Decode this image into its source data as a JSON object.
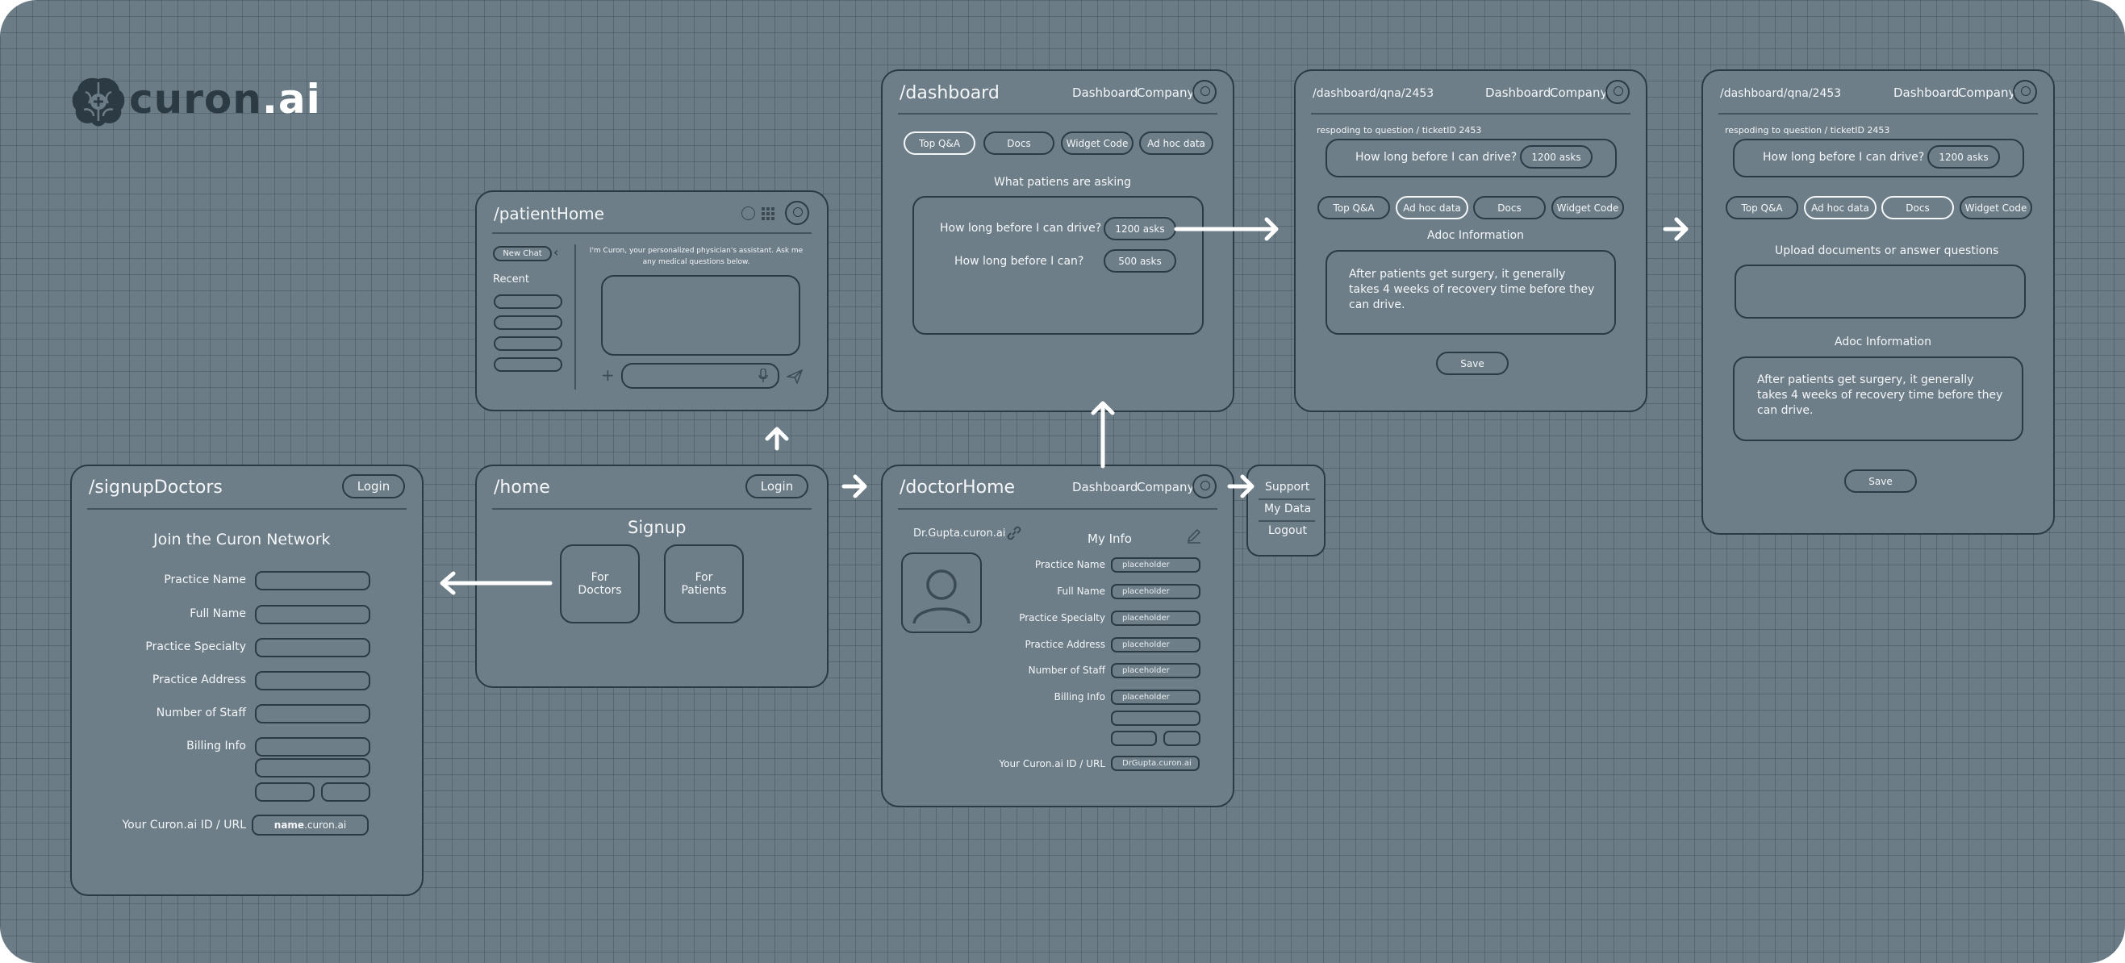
{
  "logo": {
    "brand": "curon",
    "suffix": ".ai"
  },
  "signup_doctors": {
    "route": "/signupDoctors",
    "login": "Login",
    "heading": "Join the Curon Network",
    "fields": [
      "Practice Name",
      "Full Name",
      "Practice Specialty",
      "Practice Address",
      "Number of Staff",
      "Billing Info"
    ],
    "id_label": "Your Curon.ai ID / URL",
    "id_value_bold": "name",
    "id_value_rest": ".curon.ai"
  },
  "patient_home": {
    "route": "/patientHome",
    "new_chat": "New Chat",
    "recent": "Recent",
    "intro": "I'm Curon, your personalized physician's assistant. Ask me any medical questions below.",
    "plus": "+"
  },
  "home": {
    "route": "/home",
    "login": "Login",
    "signup": "Signup",
    "for_doctors": "For Doctors",
    "for_patients": "For Patients"
  },
  "dashboard": {
    "route": "/dashboard",
    "nav_dashboard": "Dashboard",
    "nav_company": "Company",
    "tabs": [
      "Top Q&A",
      "Docs",
      "Widget Code",
      "Ad hoc data"
    ],
    "question_title": "What patiens are asking",
    "questions": [
      {
        "text": "How long before I can drive?",
        "asks": "1200 asks"
      },
      {
        "text": "How long before I can?",
        "asks": "500 asks"
      }
    ]
  },
  "qna1": {
    "route": "/dashboard/qna/2453",
    "nav_dashboard": "Dashboard",
    "nav_company": "Company",
    "responding": "respoding to question / ticketID 2453",
    "question": "How long before I can drive?",
    "asks": "1200 asks",
    "tabs": [
      "Top Q&A",
      "Ad hoc data",
      "Docs",
      "Widget Code"
    ],
    "section": "Adoc Information",
    "answer": "After patients get surgery, it generally takes 4 weeks of recovery time before they can drive.",
    "save": "Save"
  },
  "qna2": {
    "route": "/dashboard/qna/2453",
    "nav_dashboard": "Dashboard",
    "nav_company": "Company",
    "responding": "respoding to question / ticketID 2453",
    "question": "How long before I can drive?",
    "asks": "1200 asks",
    "tabs": [
      "Top Q&A",
      "Ad hoc data",
      "Docs",
      "Widget Code"
    ],
    "upload": "Upload documents or answer questions",
    "section": "Adoc Information",
    "answer": "After patients get surgery, it generally takes 4 weeks of recovery time before they can drive.",
    "save": "Save"
  },
  "doctor_home": {
    "route": "/doctorHome",
    "nav_dashboard": "Dashboard",
    "nav_company": "Company",
    "handle": "Dr.Gupta.curon.ai",
    "my_info": "My Info",
    "fields": [
      "Practice Name",
      "Full Name",
      "Practice Specialty",
      "Practice Address",
      "Number of Staff",
      "Billing Info"
    ],
    "placeholder": "placeholder",
    "id_label": "Your Curon.ai ID / URL",
    "id_value": "DrGupta.curon.ai"
  },
  "menu": {
    "items": [
      "Support",
      "My Data",
      "Logout"
    ]
  },
  "colors": {
    "background": "#6b7c87",
    "frame_border": "#2c3a43",
    "text": "#f4f6f8",
    "arrow": "#ffffff"
  }
}
